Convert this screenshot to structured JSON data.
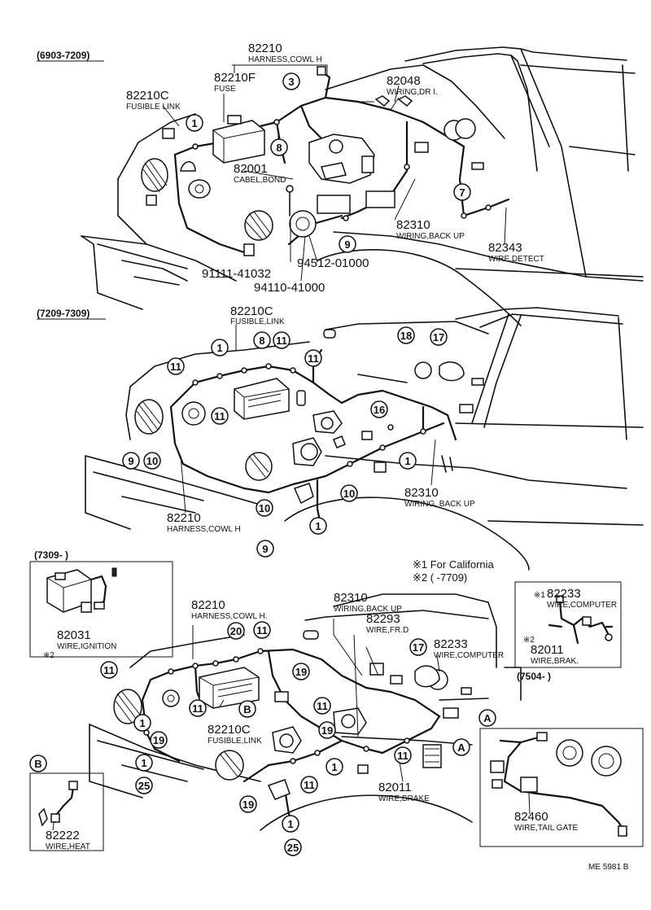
{
  "sections": {
    "s1": "(6903-7209)",
    "s2": "(7209-7309)",
    "s3": "(7309-        )",
    "s4": "(7504-        )"
  },
  "notes": {
    "california": "※1 For California",
    "note2": "※2 (          -7709)",
    "mark1": "※1",
    "mark2": "※2"
  },
  "parts": {
    "p82210_a": {
      "num": "82210",
      "name": "HARNESS,COWL H"
    },
    "p82210F": {
      "num": "82210F",
      "name": "FUSE"
    },
    "p82210C_a": {
      "num": "82210C",
      "name": "FUSIBLE LINK"
    },
    "p82048": {
      "num": "82048",
      "name": "WIRING,DR I."
    },
    "p82001": {
      "num": "82001",
      "name": "CABEL,BOND"
    },
    "p82310_a": {
      "num": "82310",
      "name": "WIRING,BACK UP"
    },
    "p82343": {
      "num": "82343",
      "name": "WIRE,DETECT"
    },
    "p91111": {
      "num": "91111-41032"
    },
    "p94512": {
      "num": "94512-01000"
    },
    "p94110": {
      "num": "94110-41000"
    },
    "p82210C_b": {
      "num": "82210C",
      "name": "FUSIBLE,LINK"
    },
    "p82310_b": {
      "num": "82310",
      "name": "WIRING, BACK UP"
    },
    "p82210_b": {
      "num": "82210",
      "name": "HARNESS,COWL H"
    },
    "p82031": {
      "num": "82031",
      "name": "WIRE,IGNITION"
    },
    "p82210_c": {
      "num": "82210",
      "name": "HARNESS,COWL H."
    },
    "p82310_c": {
      "num": "82310",
      "name": "WIRING,BACK UP"
    },
    "p82293": {
      "num": "82293",
      "name": "WIRE,FR.D"
    },
    "p82233_a": {
      "num": "82233",
      "name": "WIRE,COMPUTER"
    },
    "p82233_b": {
      "num": "82233",
      "name": "WIRE,COMPUTER"
    },
    "p82011_a": {
      "num": "82011",
      "name": "WIRE,BRAK."
    },
    "p82210C_c": {
      "num": "82210C",
      "name": "FUSIBLE,LINK"
    },
    "p82011_b": {
      "num": "82011",
      "name": "WIRE,BRAKE"
    },
    "p82460": {
      "num": "82460",
      "name": "WIRE,TAIL GATE"
    },
    "p82222": {
      "num": "82222",
      "name": "WIRE,HEAT"
    }
  },
  "callouts": {
    "c1": "1",
    "c3": "3",
    "c7": "7",
    "c8": "8",
    "c9": "9",
    "c10": "10",
    "c11": "11",
    "c16": "16",
    "c17": "17",
    "c18": "18",
    "c19": "19",
    "c20": "20",
    "c25": "25",
    "cA": "A",
    "cB": "B"
  },
  "footer": {
    "code": "ME 5981 B"
  }
}
